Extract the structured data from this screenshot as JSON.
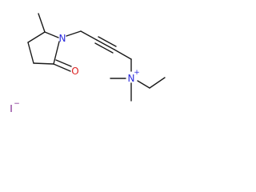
{
  "molecule": {
    "atoms": {
      "ring_nitrogen": {
        "symbol": "N",
        "color": "#2b2bdd"
      },
      "carbonyl_oxygen": {
        "symbol": "O",
        "color": "#dd2222"
      },
      "ammonium_nitrogen": {
        "symbol": "N",
        "charge": "+",
        "color": "#2b2bdd"
      }
    },
    "counterion": {
      "symbol": "I",
      "charge": "−",
      "color": "#7a1f8a"
    },
    "bond_color": "#1a1a1a"
  }
}
